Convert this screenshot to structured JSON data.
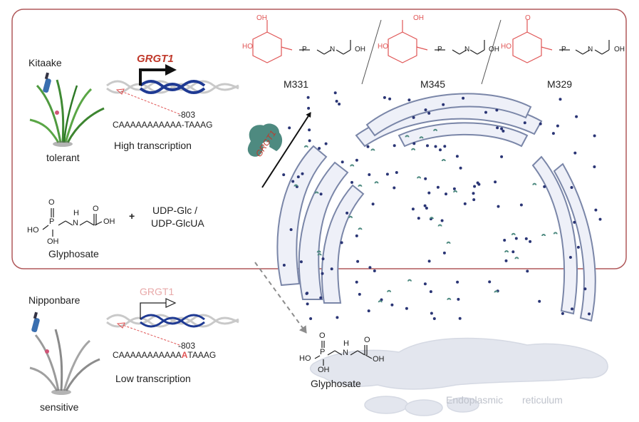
{
  "top_panel": {
    "plant_label": "Kitaake",
    "plant_trait": "tolerant",
    "gene_label": "GRGT1",
    "promoter_position": "-803",
    "promoter_sequence": "CAAAAAAAAAAA-TAAAG",
    "transcription_label": "High transcription",
    "reaction": {
      "substrate": "Glyphosate",
      "plus": "+",
      "cosubstrate_line1": "UDP-Glc /",
      "cosubstrate_line2": "UDP-GlcUA"
    },
    "enzyme_label": "GRGT1"
  },
  "metabolites": [
    {
      "name": "M331"
    },
    {
      "name": "M345"
    },
    {
      "name": "M329"
    }
  ],
  "bottom_panel": {
    "plant_label": "Nipponbare",
    "plant_trait": "sensitive",
    "gene_label": "GRGT1",
    "promoter_position": "-803",
    "promoter_seq_before": "CAAAAAAAAAAA",
    "promoter_mutation": "A",
    "promoter_seq_after": "TAAAG",
    "transcription_label": "Low transcription",
    "glyphosate_label": "Glyphosate",
    "organelle_word1": "Endoplasmic",
    "organelle_word2": "reticulum"
  },
  "chem_labels": {
    "oh": "OH",
    "ho": "HO",
    "o": "O",
    "p": "P",
    "h": "H",
    "n": "N"
  },
  "colors": {
    "frame": "#b0585a",
    "modified_group": "#e05555",
    "gene_active": "#c0392b",
    "gene_inactive": "#e8a9a9",
    "dna_blue": "#1f3a93",
    "er_stroke": "#7a86a8",
    "er_fill": "#eef0f8",
    "dot_navy": "#2a3575",
    "teal": "#4e8a80",
    "er_faint": "#dfe2ea"
  }
}
